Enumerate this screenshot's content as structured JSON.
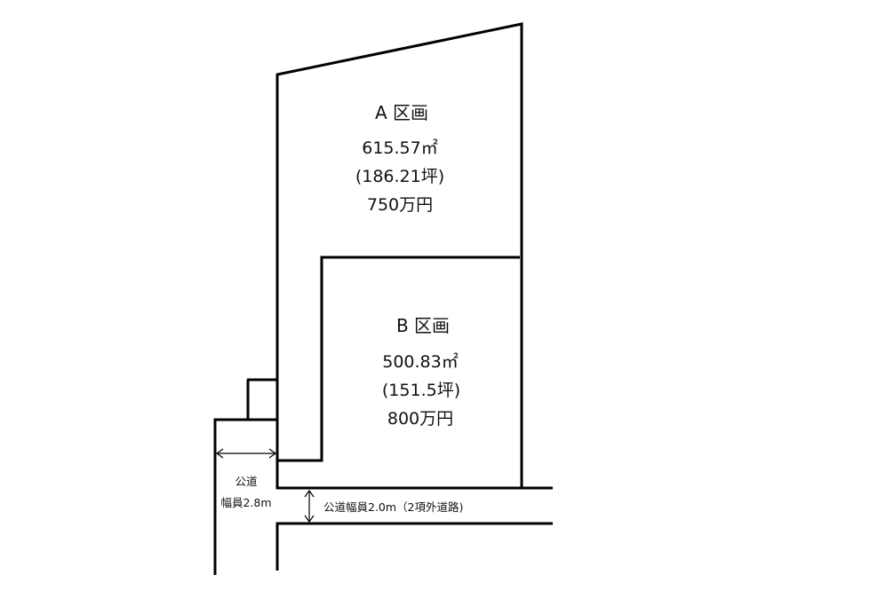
{
  "lots": {
    "a": {
      "title": "A 区画",
      "area_sqm": "615.57㎡",
      "area_tsubo": "(186.21坪)",
      "price": "750万円"
    },
    "b": {
      "title": "B 区画",
      "area_sqm": "500.83㎡",
      "area_tsubo": "(151.5坪)",
      "price": "800万円"
    }
  },
  "roads": {
    "west": {
      "line1": "公道",
      "line2": "幅員2.8m"
    },
    "south": {
      "label": "公道幅員2.0m（2項外道路)"
    }
  },
  "colors": {
    "line": "#000000",
    "text": "#111111",
    "background": "#ffffff"
  }
}
